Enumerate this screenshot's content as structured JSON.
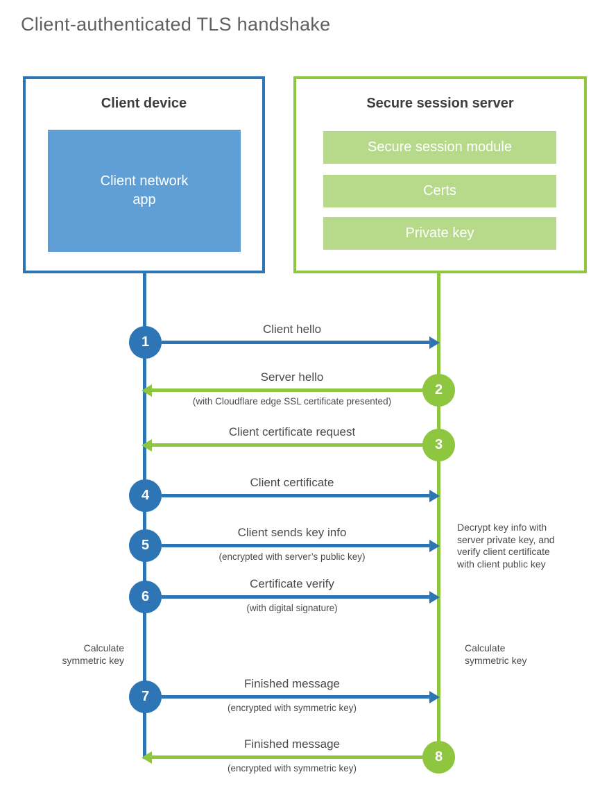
{
  "title": "Client-authenticated TLS handshake",
  "colors": {
    "blue": "#2e75b6",
    "blue_light": "#5f9fd6",
    "green": "#8ec640",
    "green_light": "#b7d98a"
  },
  "client": {
    "heading": "Client device",
    "app_label": "Client network\napp"
  },
  "server": {
    "heading": "Secure session server",
    "modules": [
      "Secure session module",
      "Certs",
      "Private key"
    ]
  },
  "messages": [
    {
      "num": "1",
      "from": "client",
      "direction": "right",
      "label": "Client hello",
      "subtitle": ""
    },
    {
      "num": "2",
      "from": "server",
      "direction": "left",
      "label": "Server hello",
      "subtitle": "(with Cloudflare edge SSL certificate presented)"
    },
    {
      "num": "3",
      "from": "server",
      "direction": "left",
      "label": "Client certificate request",
      "subtitle": ""
    },
    {
      "num": "4",
      "from": "client",
      "direction": "right",
      "label": "Client certificate",
      "subtitle": ""
    },
    {
      "num": "5",
      "from": "client",
      "direction": "right",
      "label": "Client sends key info",
      "subtitle": "(encrypted with server’s public key)"
    },
    {
      "num": "6",
      "from": "client",
      "direction": "right",
      "label": "Certificate verify",
      "subtitle": "(with digital signature)"
    },
    {
      "num": "7",
      "from": "client",
      "direction": "right",
      "label": "Finished message",
      "subtitle": "(encrypted with symmetric key)"
    },
    {
      "num": "8",
      "from": "server",
      "direction": "left",
      "label": "Finished message",
      "subtitle": "(encrypted with symmetric key)"
    }
  ],
  "annotations": {
    "decrypt_note": "Decrypt key info with\nserver private key, and\nverify client certificate\nwith client public key",
    "calc_left": "Calculate\nsymmetric key",
    "calc_right": "Calculate\nsymmetric key"
  }
}
